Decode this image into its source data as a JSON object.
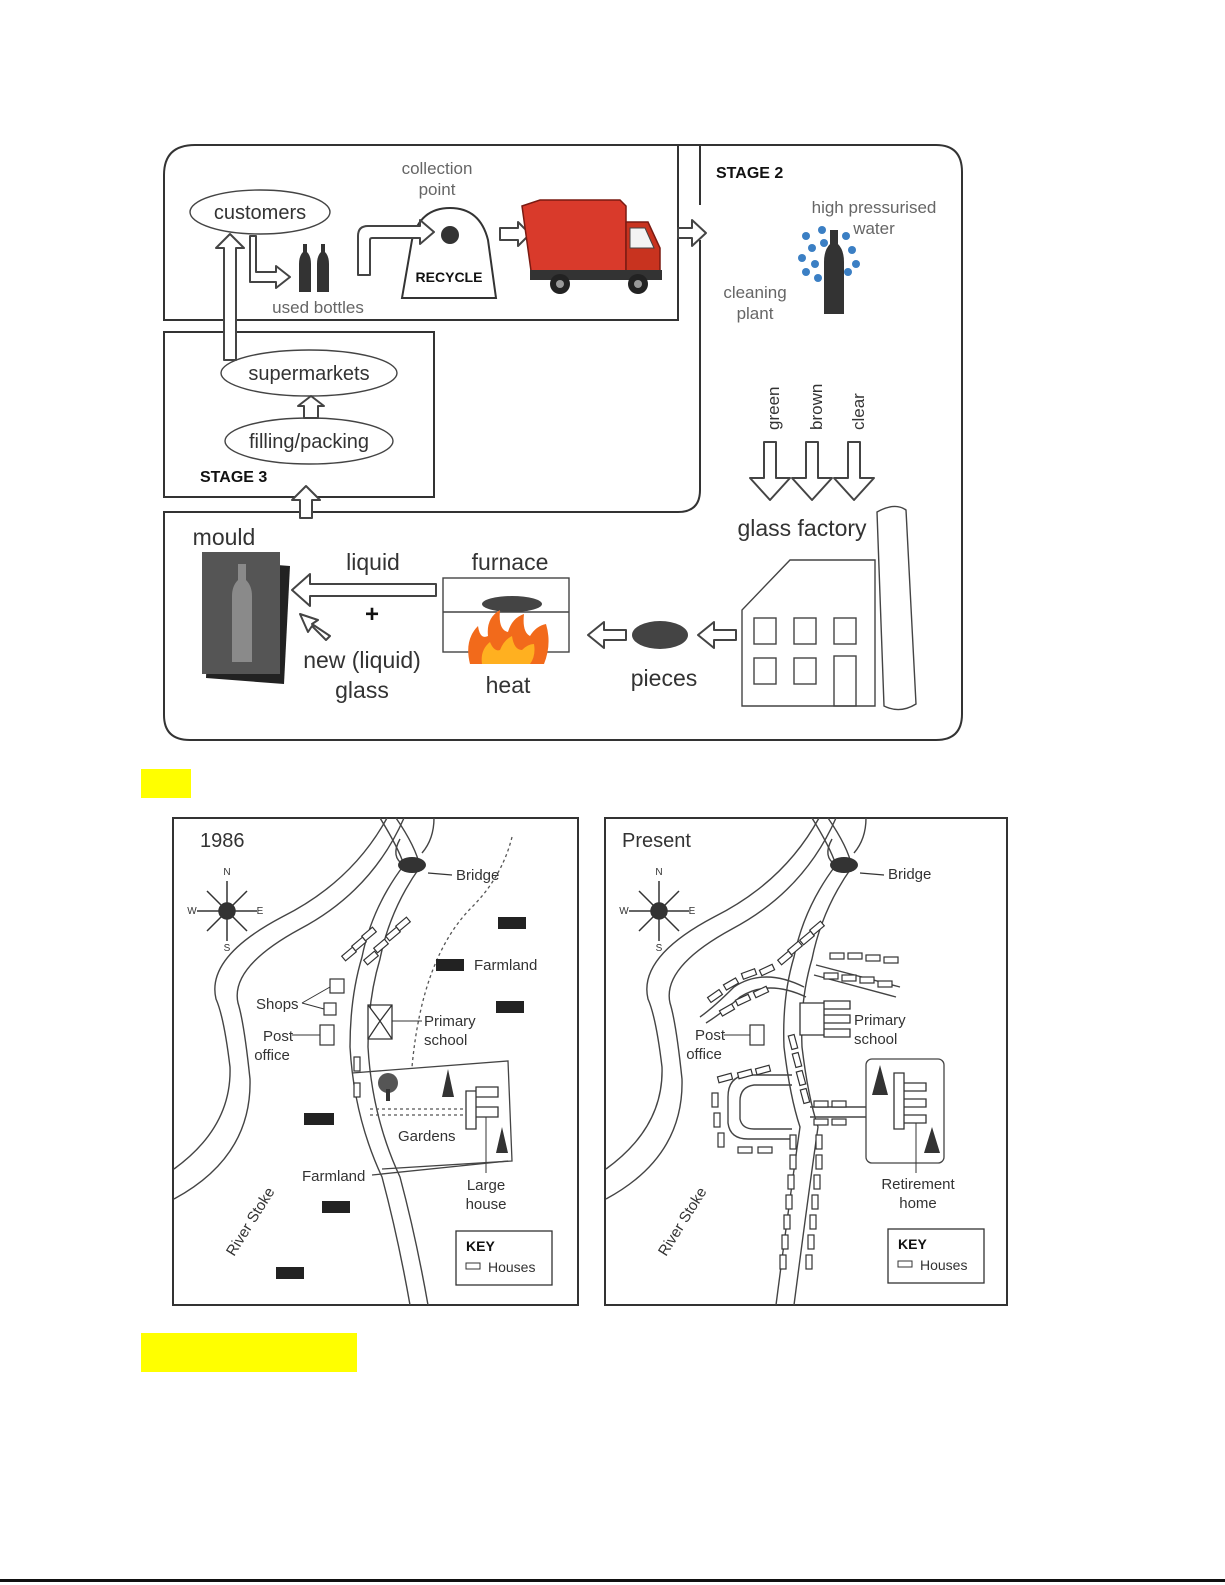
{
  "process_diagram": {
    "labels": {
      "customers": "customers",
      "used_bottles": "used bottles",
      "collection_point": "collection point",
      "recycle": "RECYCLE",
      "stage2": "STAGE 2",
      "high_pressurised_water": "high pressurised water",
      "cleaning_plant": "cleaning plant",
      "green": "green",
      "brown": "brown",
      "clear": "clear",
      "glass_factory": "glass factory",
      "pieces": "pieces",
      "furnace": "furnace",
      "heat": "heat",
      "liquid": "liquid",
      "plus": "+",
      "new_liquid_glass": "new (liquid) glass",
      "mould": "mould",
      "stage3": "STAGE 3",
      "filling_packing": "filling/packing",
      "supermarkets": "supermarkets"
    },
    "colors": {
      "truck": "#d93a2b",
      "water": "#3b7fc4",
      "flame": "#f26a1b",
      "mould": "#4a4a4a"
    }
  },
  "maps": {
    "map_1986": {
      "title": "1986",
      "compass": {
        "n": "N",
        "s": "S",
        "e": "E",
        "w": "W"
      },
      "labels": {
        "bridge": "Bridge",
        "farmland_ne": "Farmland",
        "shops": "Shops",
        "post_office": "Post office",
        "primary_school": "Primary school",
        "gardens": "Gardens",
        "large_house": "Large house",
        "farmland_sw": "Farmland",
        "river": "River Stoke"
      },
      "key": {
        "title": "KEY",
        "houses": "Houses"
      }
    },
    "map_present": {
      "title": "Present",
      "compass": {
        "n": "N",
        "s": "S",
        "e": "E",
        "w": "W"
      },
      "labels": {
        "bridge": "Bridge",
        "post_office": "Post office",
        "primary_school": "Primary school",
        "retirement_home": "Retirement home",
        "river": "River Stoke"
      },
      "key": {
        "title": "KEY",
        "houses": "Houses"
      }
    }
  },
  "highlights": {
    "color": "#ffff00"
  }
}
